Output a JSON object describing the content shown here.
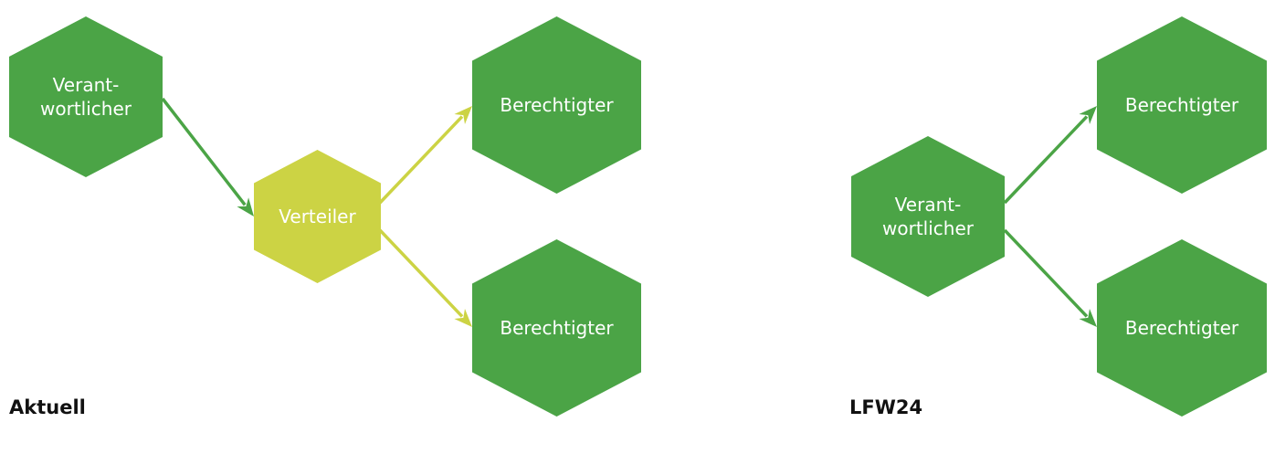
{
  "colors": {
    "green": "#4ba446",
    "yellow": "#ccd344"
  },
  "left": {
    "caption": "Aktuell",
    "nodes": [
      {
        "id": "verantwortlicher",
        "lines": [
          "Verant-",
          "wortlicher"
        ],
        "color": "green"
      },
      {
        "id": "verteiler",
        "lines": [
          "Verteiler"
        ],
        "color": "yellow"
      },
      {
        "id": "berechtigter-1",
        "lines": [
          "Berechtigter"
        ],
        "color": "green"
      },
      {
        "id": "berechtigter-2",
        "lines": [
          "Berechtigter"
        ],
        "color": "green"
      }
    ],
    "edges": [
      {
        "from": "verantwortlicher",
        "to": "verteiler",
        "color": "green"
      },
      {
        "from": "verteiler",
        "to": "berechtigter-1",
        "color": "yellow"
      },
      {
        "from": "verteiler",
        "to": "berechtigter-2",
        "color": "yellow"
      }
    ]
  },
  "right": {
    "caption": "LFW24",
    "nodes": [
      {
        "id": "verantwortlicher",
        "lines": [
          "Verant-",
          "wortlicher"
        ],
        "color": "green"
      },
      {
        "id": "berechtigter-1",
        "lines": [
          "Berechtigter"
        ],
        "color": "green"
      },
      {
        "id": "berechtigter-2",
        "lines": [
          "Berechtigter"
        ],
        "color": "green"
      }
    ],
    "edges": [
      {
        "from": "verantwortlicher",
        "to": "berechtigter-1",
        "color": "green"
      },
      {
        "from": "verantwortlicher",
        "to": "berechtigter-2",
        "color": "green"
      }
    ]
  }
}
